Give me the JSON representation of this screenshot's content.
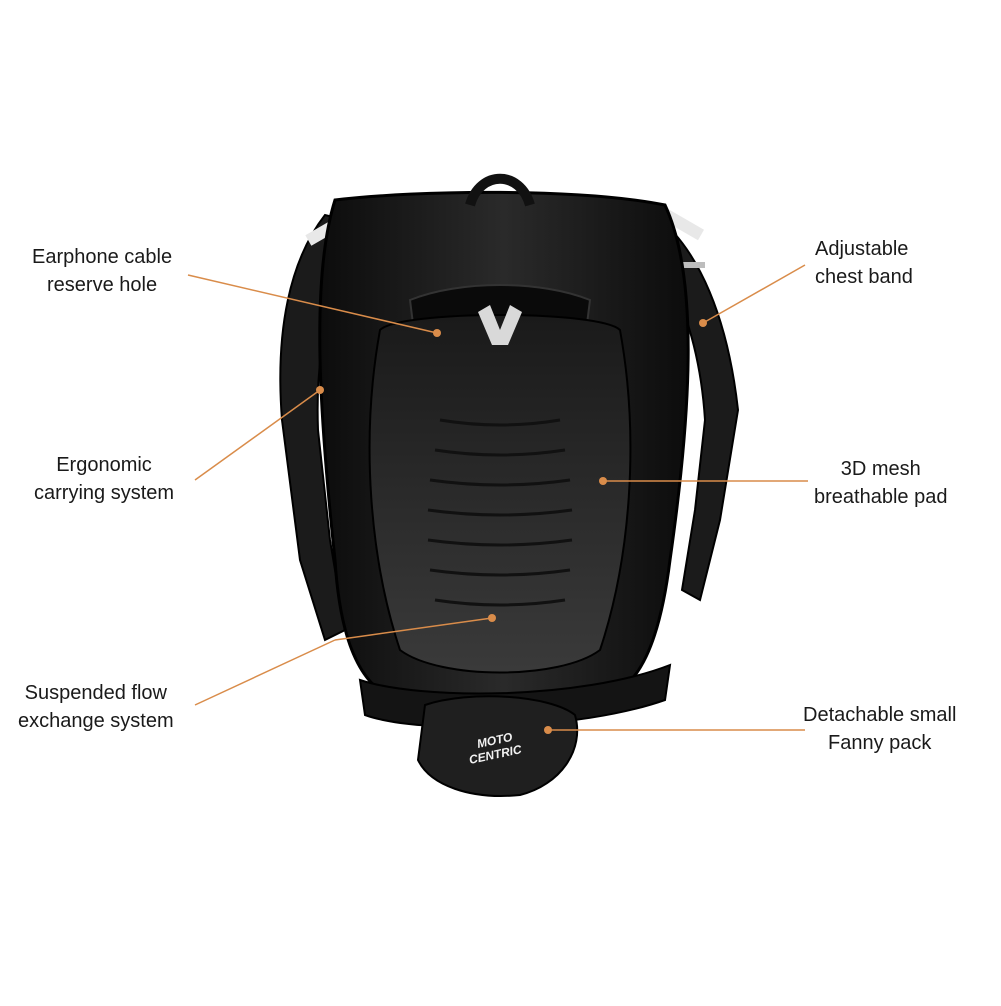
{
  "colors": {
    "background": "#ffffff",
    "leader_line": "#d98c4a",
    "label_text": "#1a1a1a",
    "bag_body": "#141414",
    "reflective_strip": "#e8e8e8"
  },
  "product": {
    "logo_text": [
      "MOTO",
      "CENTRIC"
    ]
  },
  "callouts": [
    {
      "id": "earphone-cable",
      "lines": [
        "Earphone cable",
        "reserve hole"
      ]
    },
    {
      "id": "chest-band",
      "lines": [
        "Adjustable",
        "chest band"
      ]
    },
    {
      "id": "ergonomic",
      "lines": [
        "Ergonomic",
        "carrying system"
      ]
    },
    {
      "id": "mesh-pad",
      "lines": [
        "3D mesh",
        "breathable pad"
      ]
    },
    {
      "id": "suspended-flow",
      "lines": [
        "Suspended flow",
        "exchange system"
      ]
    },
    {
      "id": "fanny-pack",
      "lines": [
        "Detachable small",
        "Fanny pack"
      ]
    }
  ]
}
